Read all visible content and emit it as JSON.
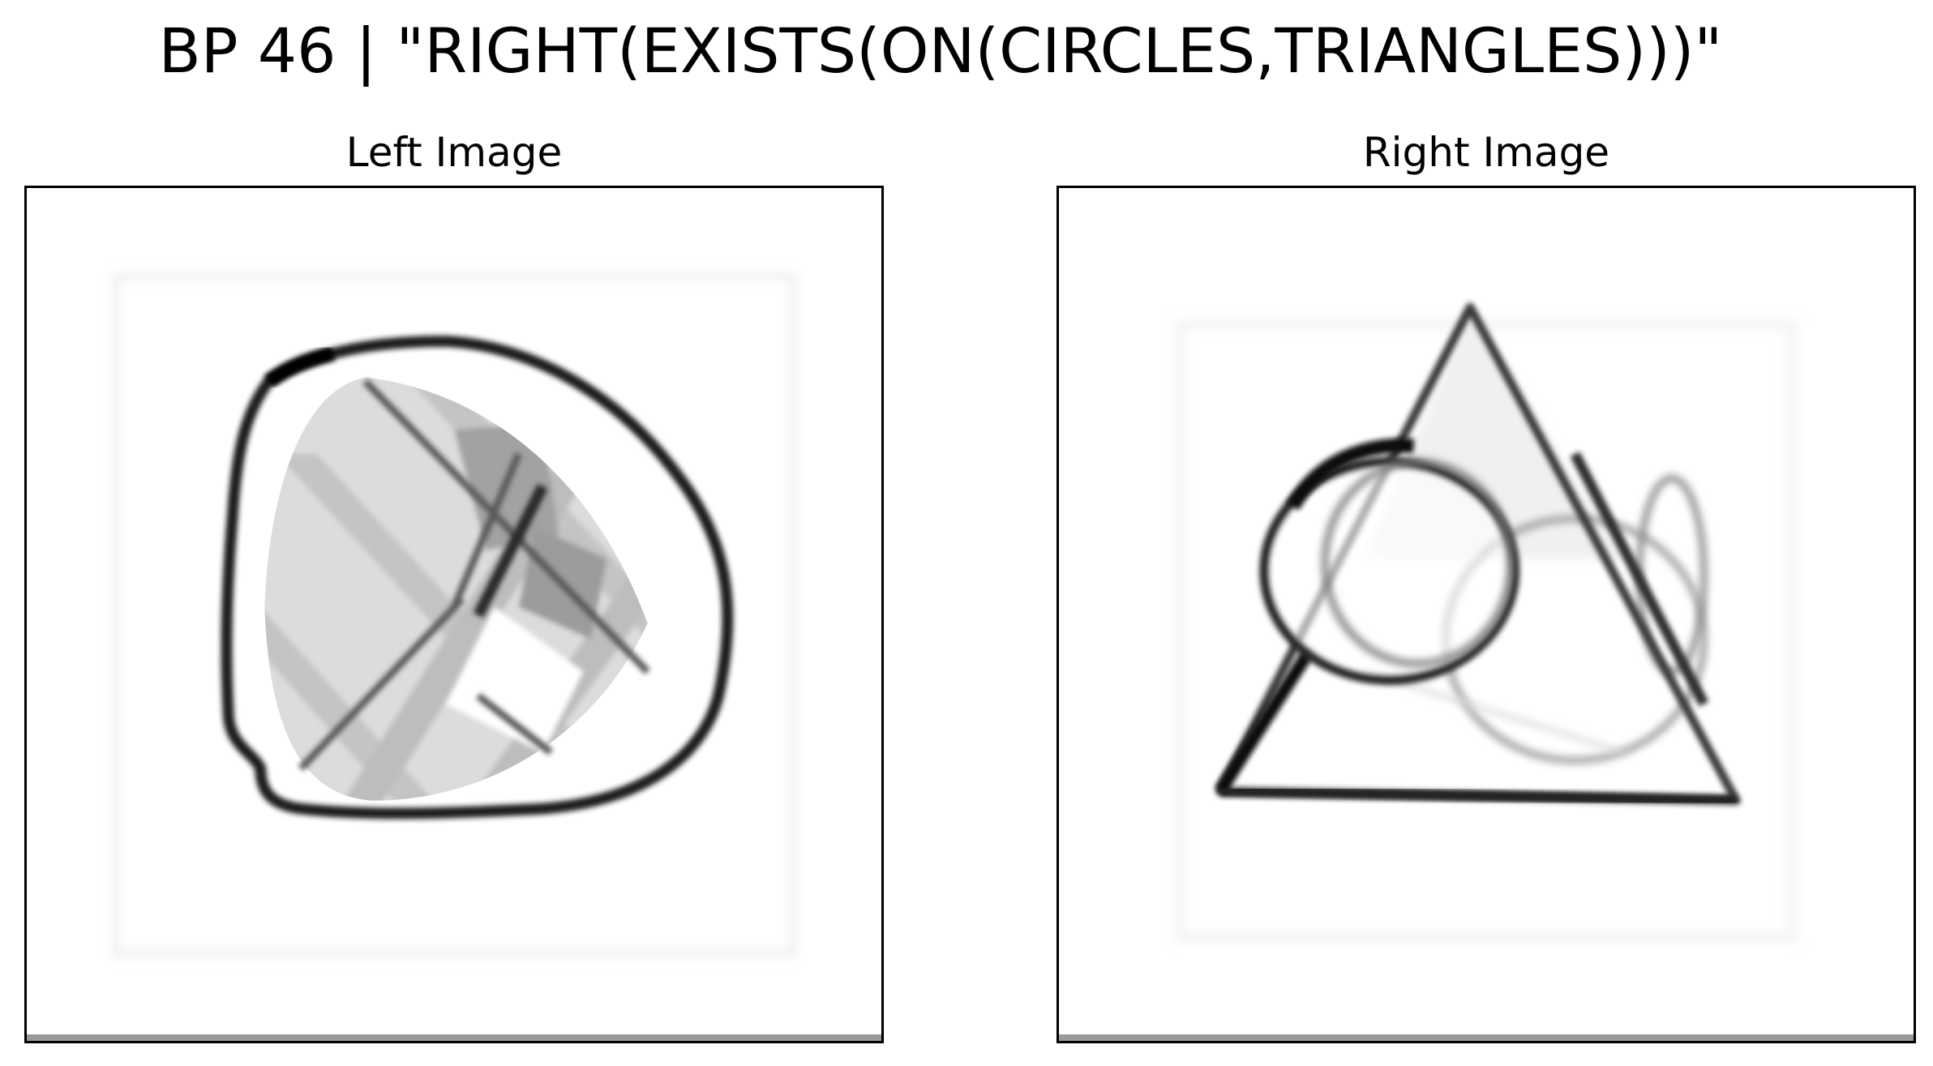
{
  "figure": {
    "title": "BP 46 | \"RIGHT(EXISTS(ON(CIRCLES,TRIANGLES)))\""
  },
  "panels": {
    "left": {
      "title": "Left Image"
    },
    "right": {
      "title": "Right Image"
    }
  },
  "colors": {
    "background": "#ffffff",
    "ink": "#000000",
    "stroke_dark": "#1e1e1e",
    "stroke_mid": "#6a6a6a",
    "fill_light": "#d6d6d6",
    "fill_mid": "#a8a8a8"
  }
}
